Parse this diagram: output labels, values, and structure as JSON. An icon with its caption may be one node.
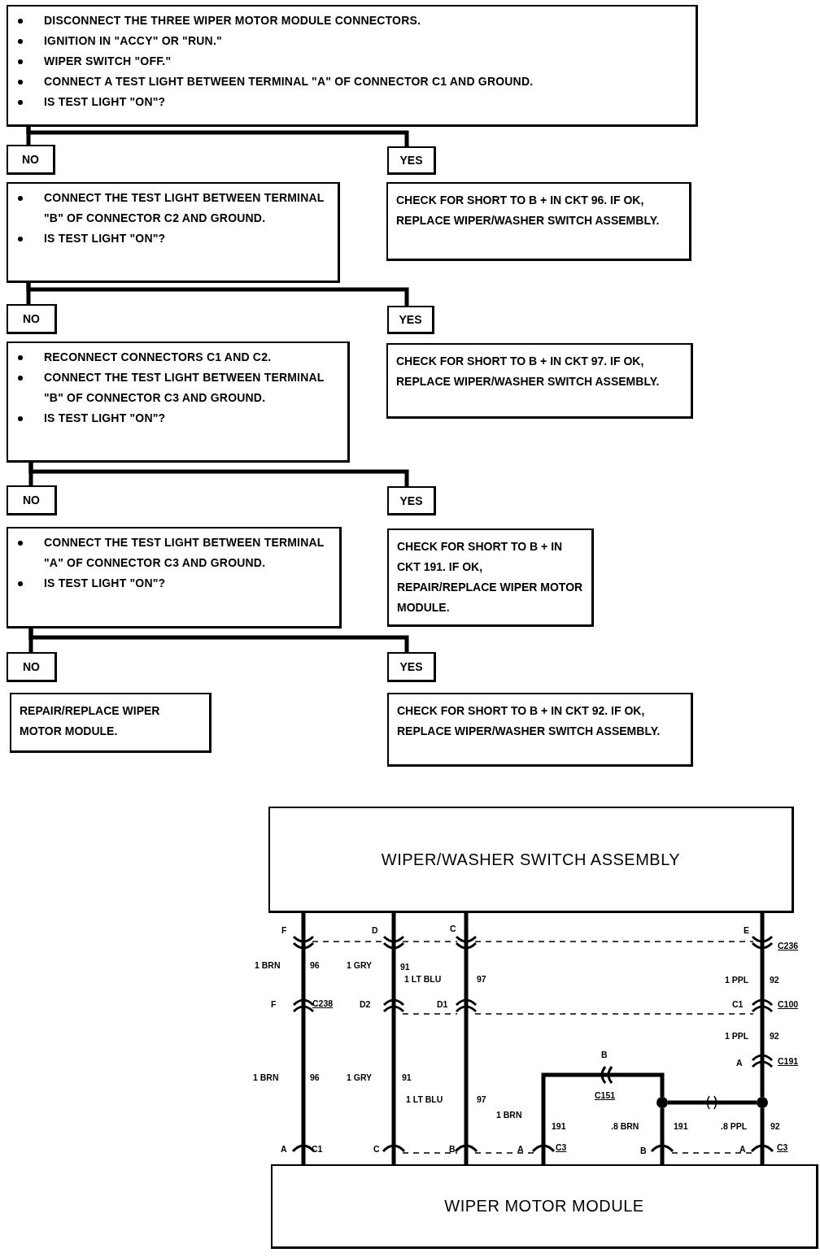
{
  "diagram": {
    "nodes": [
      {
        "text": [
          "DISCONNECT THE THREE WIPER MOTOR MODULE CONNECTORS.",
          "IGNITION IN \"ACCY\" OR \"RUN.\"",
          "WIPER SWITCH \"OFF.\"",
          "CONNECT A TEST LIGHT BETWEEN TERMINAL \"A\" OF CONNECTOR C1 AND GROUND.",
          "IS TEST LIGHT \"ON\"?"
        ]
      },
      {
        "text": [
          "NO"
        ]
      },
      {
        "text": [
          "YES"
        ]
      },
      {
        "text": [
          "CONNECT THE TEST LIGHT BETWEEN TERMINAL \"B\" OF CONNECTOR C2 AND GROUND.",
          "IS TEST LIGHT \"ON\"?"
        ]
      },
      {
        "text": [
          "CHECK FOR SHORT TO B + IN CKT 96. IF OK, REPLACE WIPER/WASHER SWITCH ASSEMBLY."
        ]
      },
      {
        "text": [
          "NO"
        ]
      },
      {
        "text": [
          "YES"
        ]
      },
      {
        "text": [
          "RECONNECT CONNECTORS C1 AND C2.",
          "CONNECT THE TEST LIGHT BETWEEN TERMINAL \"B\" OF CONNECTOR C3 AND GROUND.",
          "IS TEST LIGHT \"ON\"?"
        ]
      },
      {
        "text": [
          "CHECK FOR SHORT TO B + IN CKT 97. IF OK, REPLACE WIPER/WASHER SWITCH ASSEMBLY."
        ]
      },
      {
        "text": [
          "NO"
        ]
      },
      {
        "text": [
          "YES"
        ]
      },
      {
        "text": [
          "CONNECT THE TEST LIGHT BETWEEN TERMINAL \"A\" OF CONNECTOR C3 AND GROUND.",
          "IS TEST LIGHT \"ON\"?"
        ]
      },
      {
        "text": [
          "CHECK FOR SHORT TO B + IN CKT 191. IF OK, REPAIR/REPLACE WIPER MOTOR MODULE."
        ]
      },
      {
        "text": [
          "NO"
        ]
      },
      {
        "text": [
          "YES"
        ]
      },
      {
        "text": [
          "REPAIR/REPLACE WIPER MOTOR MODULE."
        ]
      },
      {
        "text": [
          "CHECK FOR SHORT TO B + IN CKT 92. IF OK, REPLACE WIPER/WASHER SWITCH ASSEMBLY."
        ]
      },
      {
        "text": [
          "WIPER/WASHER SWITCH ASSEMBLY"
        ]
      },
      {
        "text": [
          "WIPER MOTOR MODULE"
        ]
      },
      {
        "text": [],
        "shape": "circle"
      },
      {
        "text": [],
        "shape": "circle"
      }
    ],
    "edges": [
      {
        "from": 0,
        "to": 1,
        "arrow": "none"
      },
      {
        "from": 0,
        "to": 2,
        "arrow": "none"
      },
      {
        "from": 3,
        "to": 5,
        "arrow": "none"
      },
      {
        "from": 3,
        "to": 6,
        "arrow": "none"
      },
      {
        "from": 7,
        "to": 9,
        "arrow": "none"
      },
      {
        "from": 7,
        "to": 10,
        "arrow": "none"
      },
      {
        "from": 11,
        "to": 13,
        "arrow": "none"
      },
      {
        "from": 11,
        "to": 14,
        "arrow": "none"
      },
      {
        "from": 17,
        "to": 18,
        "arrow": "none"
      },
      {
        "from": 17,
        "to": 18,
        "arrow": "none"
      },
      {
        "from": 17,
        "to": 18,
        "arrow": "none"
      },
      {
        "from": 17,
        "to": 20,
        "arrow": "none"
      },
      {
        "from": 20,
        "to": 18,
        "arrow": "none"
      },
      {
        "from": 18,
        "to": 19,
        "arrow": "none"
      },
      {
        "from": 19,
        "to": 18,
        "arrow": "none"
      },
      {
        "from": 19,
        "to": 20,
        "arrow": "none"
      }
    ],
    "labels": [
      "F",
      "D",
      "C",
      "E",
      "C236",
      "1 BRN",
      "96",
      "1 GRY",
      "91",
      "1 LT BLU",
      "97",
      "1 PPL",
      "92",
      "F",
      "C238",
      "D2",
      "D1",
      "C1",
      "C100",
      "1 PPL",
      "92",
      "B",
      "A",
      "C191",
      "1 BRN",
      "96",
      "1 GRY",
      "91",
      "1 LT BLU",
      "97",
      "C151",
      "1 BRN",
      "191",
      ".8 BRN",
      "191",
      ".8 PPL",
      "92",
      "A",
      "C1",
      "C",
      "B",
      "A",
      "C3",
      "B",
      "A",
      "C3"
    ]
  }
}
